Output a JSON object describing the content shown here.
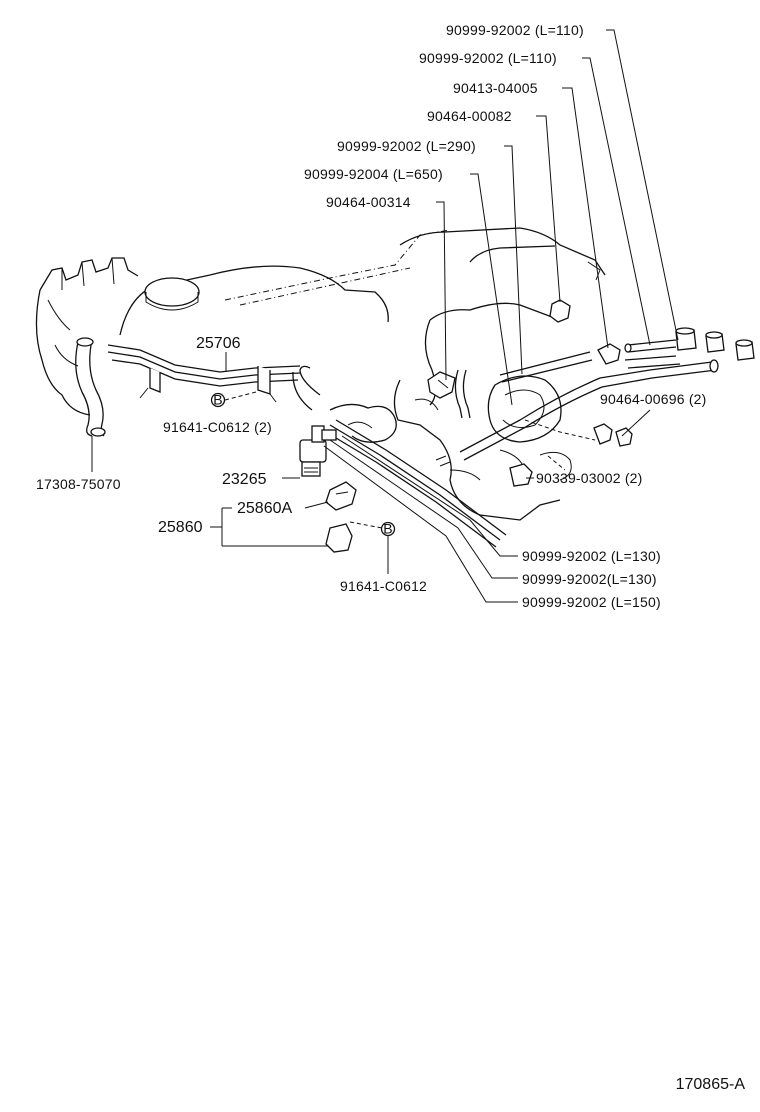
{
  "callouts": {
    "c1": "90999-92002 (L=110)",
    "c2": "90999-92002 (L=110)",
    "c3": "90413-04005",
    "c4": "90464-00082",
    "c5": "90999-92002 (L=290)",
    "c6": "90999-92004 (L=650)",
    "c7": "90464-00314",
    "c8": "25706",
    "c9": "91641-C0612 (2)",
    "c10": "17308-75070",
    "c11": "23265",
    "c12": "25860A",
    "c13": "25860",
    "c14": "91641-C0612",
    "c15": "90464-00696 (2)",
    "c16": "90339-03002 (2)",
    "c17": "90999-92002 (L=130)",
    "c18": "90999-92002(L=130)",
    "c19": "90999-92002 (L=150)"
  },
  "bolt_marker": "B",
  "figure_code": "170865-A"
}
